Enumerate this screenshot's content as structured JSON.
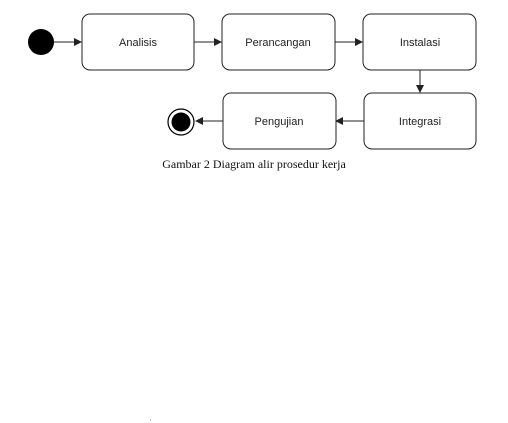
{
  "diagram": {
    "nodes": [
      {
        "id": "analisis",
        "label": "Analisis"
      },
      {
        "id": "perancangan",
        "label": "Perancangan"
      },
      {
        "id": "instalasi",
        "label": "Instalasi"
      },
      {
        "id": "integrasi",
        "label": "Integrasi"
      },
      {
        "id": "pengujian",
        "label": "Pengujian"
      }
    ],
    "flow": [
      "start",
      "analisis",
      "perancangan",
      "instalasi",
      "integrasi",
      "pengujian",
      "end"
    ]
  },
  "caption": "Gambar 2 Diagram alir prosedur kerja",
  "colors": {
    "stroke": "#222222",
    "fill": "#ffffff",
    "start": "#000000"
  }
}
